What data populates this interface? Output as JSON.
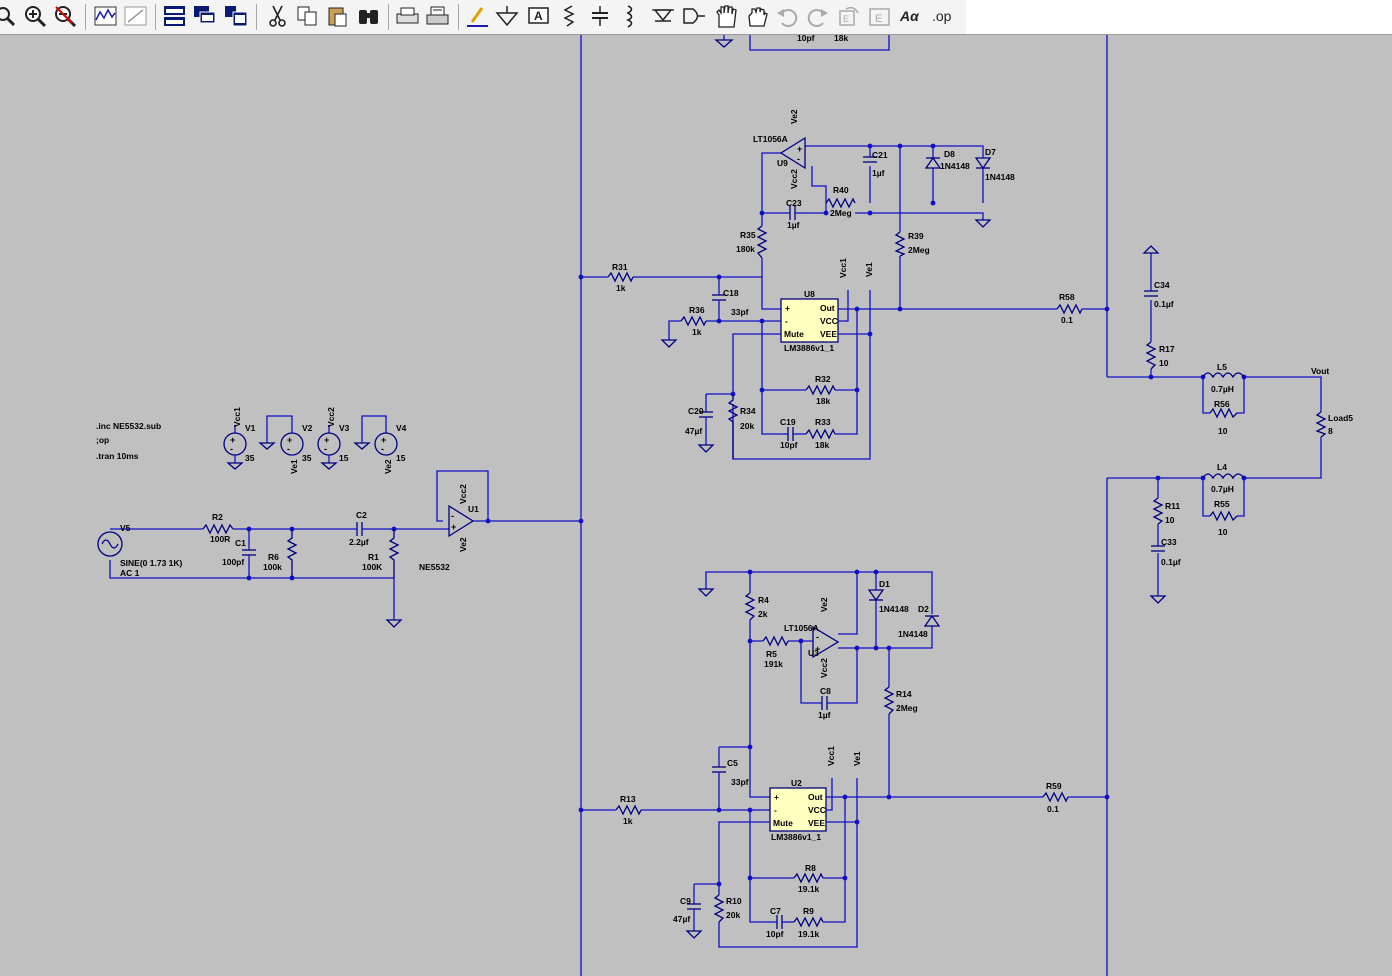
{
  "toolbar": {
    "icons": [
      "zoom-full-icon",
      "zoom-in-icon",
      "zoom-out-icon",
      "waveform-icon",
      "autorange-icon",
      "tile-horizontal-icon",
      "cascade-icon",
      "tile-vertical-icon",
      "cut-icon",
      "copy-icon",
      "paste-icon",
      "find-icon",
      "print-preview-icon",
      "print-icon",
      "draw-wire-icon",
      "ground-icon",
      "label-net-icon",
      "resistor-icon",
      "capacitor-icon",
      "inductor-icon",
      "diode-icon",
      "component-icon",
      "move-icon",
      "drag-icon",
      "undo-icon",
      "redo-icon",
      "rotate-icon",
      "mirror-icon",
      "text-icon",
      "spice-directive-icon"
    ],
    "text_tool_label": "Aα",
    "spice_directive_label": ".op"
  },
  "directives": [
    ".inc NE5532.sub",
    ";op",
    ".tran 10ms"
  ],
  "components": {
    "V1": {
      "name": "V1",
      "value": "35",
      "net": "Vcc1"
    },
    "V2": {
      "name": "V2",
      "value": "35",
      "net": "Ve1"
    },
    "V3": {
      "name": "V3",
      "value": "15",
      "net": "Vcc2"
    },
    "V4": {
      "name": "V4",
      "value": "15",
      "net": "Ve2"
    },
    "V5": {
      "name": "V5",
      "value": "SINE(0 1.73 1K)",
      "ac": "AC 1"
    },
    "R2": {
      "name": "R2",
      "value": "100R"
    },
    "C1": {
      "name": "C1",
      "value": "100pf"
    },
    "R6": {
      "name": "R6",
      "value": "100k"
    },
    "C2": {
      "name": "C2",
      "value": "2.2µf"
    },
    "R1": {
      "name": "R1",
      "value": "100K"
    },
    "U1": {
      "name": "U1",
      "value": "NE5532"
    },
    "R31": {
      "name": "R31",
      "value": "1k"
    },
    "R13": {
      "name": "R13",
      "value": "1k"
    },
    "C18": {
      "name": "C18",
      "value": "33pf"
    },
    "R36": {
      "name": "R36",
      "value": "1k"
    },
    "U8": {
      "name": "U8",
      "value": "LM3886v1_1"
    },
    "U2": {
      "name": "U2",
      "value": "LM3886v1_1"
    },
    "R35": {
      "name": "R35",
      "value": "180k"
    },
    "U9": {
      "name": "U9",
      "value": "LT1056A"
    },
    "U3": {
      "name": "U3",
      "value": "LT1056A"
    },
    "C23": {
      "name": "C23",
      "value": "1µf"
    },
    "R40": {
      "name": "R40",
      "value": "2Meg"
    },
    "C21": {
      "name": "C21",
      "value": "1µf"
    },
    "D8": {
      "name": "D8",
      "value": "1N4148"
    },
    "D7": {
      "name": "D7",
      "value": "1N4148"
    },
    "R39": {
      "name": "R39",
      "value": "2Meg"
    },
    "R32": {
      "name": "R32",
      "value": "18k"
    },
    "C20": {
      "name": "C20",
      "value": "47µf"
    },
    "R34": {
      "name": "R34",
      "value": "20k"
    },
    "C19": {
      "name": "C19",
      "value": "10pf"
    },
    "R33": {
      "name": "R33",
      "value": "18k"
    },
    "R58": {
      "name": "R58",
      "value": "0.1"
    },
    "R59": {
      "name": "R59",
      "value": "0.1"
    },
    "C34": {
      "name": "C34",
      "value": "0.1µf"
    },
    "R17": {
      "name": "R17",
      "value": "10"
    },
    "L5": {
      "name": "L5",
      "value": "0.7µH"
    },
    "R56": {
      "name": "R56",
      "value": "10"
    },
    "L4": {
      "name": "L4",
      "value": "0.7µH"
    },
    "R55": {
      "name": "R55",
      "value": "10"
    },
    "R11": {
      "name": "R11",
      "value": "10"
    },
    "C33": {
      "name": "C33",
      "value": "0.1µf"
    },
    "Load5": {
      "name": "Load5",
      "value": "8"
    },
    "R4": {
      "name": "R4",
      "value": "2k"
    },
    "R5": {
      "name": "R5",
      "value": "191k"
    },
    "D1": {
      "name": "D1",
      "value": "1N4148"
    },
    "D2": {
      "name": "D2",
      "value": "1N4148"
    },
    "C8": {
      "name": "C8",
      "value": "1µf"
    },
    "R14": {
      "name": "R14",
      "value": "2Meg"
    },
    "C5": {
      "name": "C5",
      "value": "33pf"
    },
    "R8": {
      "name": "R8",
      "value": "19.1k"
    },
    "C9": {
      "name": "C9",
      "value": "47µf"
    },
    "R10": {
      "name": "R10",
      "value": "20k"
    },
    "C7": {
      "name": "C7",
      "value": "10pf"
    },
    "R9": {
      "name": "R9",
      "value": "19.1k"
    },
    "top_cut_C": {
      "value": "10pf"
    },
    "top_cut_R": {
      "value": "18k"
    }
  },
  "nets": {
    "vout": "Vout",
    "vcc1": "Vcc1",
    "ve1": "Ve1",
    "vcc2": "Vcc2",
    "ve2": "Ve2"
  },
  "chip_pins": {
    "plus": "+",
    "minus": "-",
    "mute": "Mute",
    "out": "Out",
    "vcc": "VCC",
    "vee": "VEE"
  }
}
